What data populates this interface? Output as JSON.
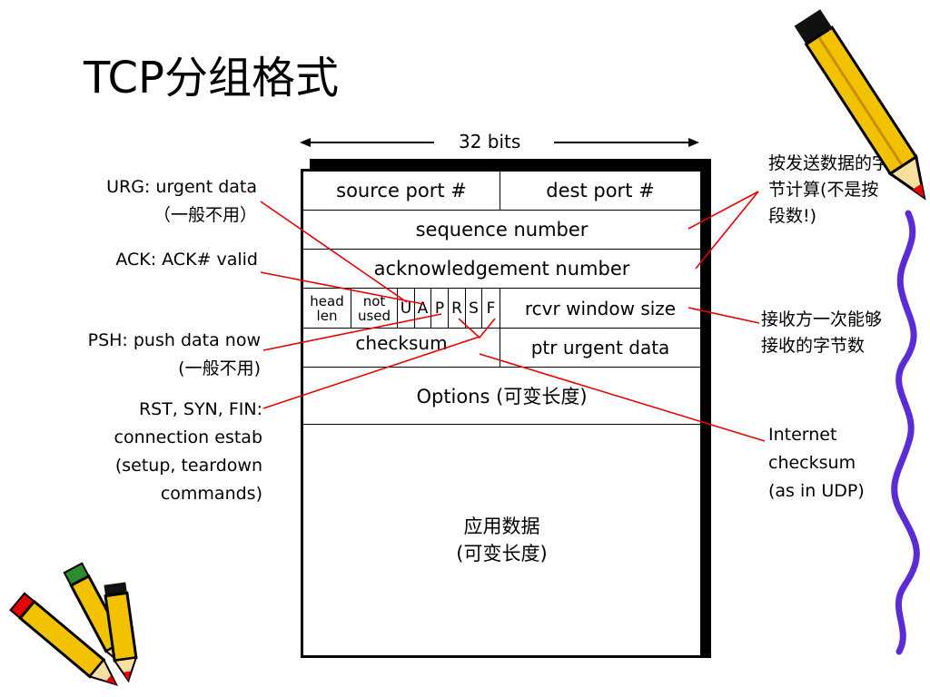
{
  "slide": {
    "title": "TCP分组格式",
    "bits_label": "32 bits"
  },
  "segment": {
    "source_port": "source port #",
    "dest_port": "dest port #",
    "sequence_number": "sequence number",
    "ack_number": "acknowledgement number",
    "head_len": [
      "head",
      "len"
    ],
    "not_used": [
      "not",
      "used"
    ],
    "flags": [
      "U",
      "A",
      "P",
      "R",
      "S",
      "F"
    ],
    "rcvr_window": "rcvr window size",
    "checksum": "checksum",
    "ptr_urgent": "ptr urgent data",
    "options": "Options (可变长度)",
    "app_data": [
      "应用数据",
      "(可变长度)"
    ]
  },
  "annotations": {
    "urg": [
      "URG: urgent data",
      "（一般不用）"
    ],
    "ack": "ACK: ACK# valid",
    "psh": [
      "PSH: push data now",
      "(一般不用)"
    ],
    "rst_syn_fin": [
      "RST, SYN, FIN:",
      "connection estab",
      "(setup, teardown",
      "commands)"
    ],
    "seq_note": [
      "按发送数据的字",
      "节计算(不是按",
      "段数!)"
    ],
    "window_note": [
      "接收方一次能够",
      "接收的字节数"
    ],
    "checksum_note": [
      "Internet",
      "checksum",
      "(as in UDP)"
    ]
  },
  "colors": {
    "pointer_lines": "#e60000",
    "pencil_body": "#f2c200",
    "pencil_outline": "#000000",
    "pencil_tip": "#e60000",
    "pencil_eraser": "#2d8a2d",
    "squiggle": "#5b2bd6"
  }
}
